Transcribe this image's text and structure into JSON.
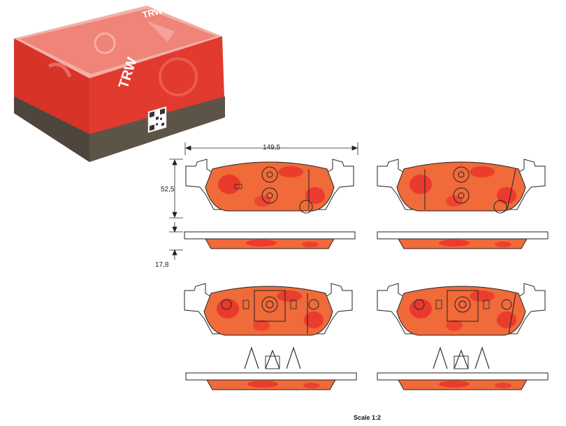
{
  "packaging": {
    "brand_logo": "TRW",
    "side_logo": "TRW",
    "qr_icon": "qr-code-icon"
  },
  "dimensions": {
    "width": "149,5",
    "height": "52,5",
    "thickness": "17,8"
  },
  "scale": {
    "label": "Scale 1:2"
  },
  "colors": {
    "box_red": "#e23a2e",
    "box_dark": "#5d5448",
    "pad_orange": "#f06a3a",
    "pad_red": "#e8302a",
    "line": "#222222"
  }
}
